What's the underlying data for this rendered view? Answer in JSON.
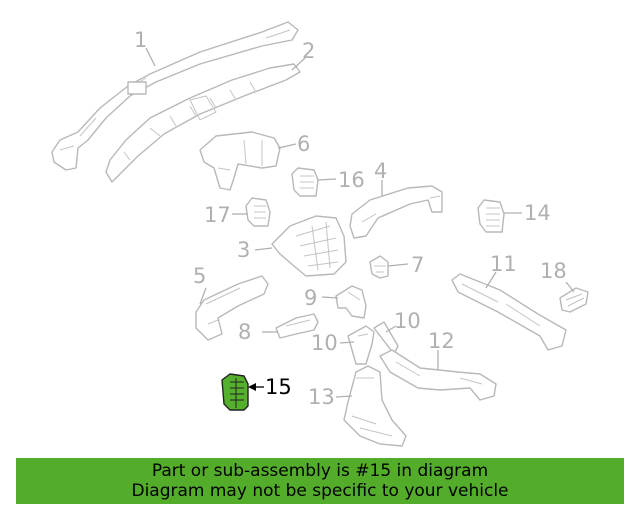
{
  "highlight_color": "#55b02e",
  "banner": {
    "line1": "Part or sub-assembly is #15 in diagram",
    "line2": "Diagram may not be specific to your vehicle",
    "background": "#53ad2b"
  },
  "callouts": {
    "c1": "1",
    "c2": "2",
    "c3": "3",
    "c4": "4",
    "c5": "5",
    "c6": "6",
    "c7": "7",
    "c8": "8",
    "c9": "9",
    "c10a": "10",
    "c10b": "10",
    "c11": "11",
    "c12": "12",
    "c13": "13",
    "c14": "14",
    "c15": "15",
    "c16": "16",
    "c17": "17",
    "c18": "18"
  },
  "highlighted_part": "15"
}
